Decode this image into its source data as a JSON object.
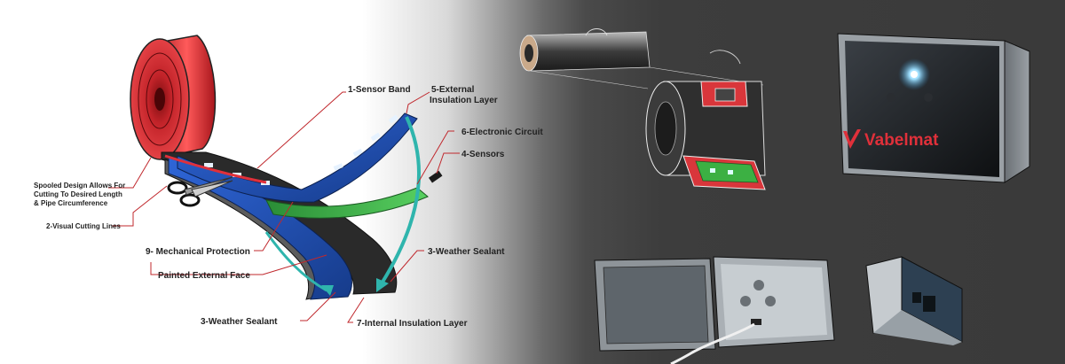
{
  "labels": {
    "sensor_band": "1-Sensor Band",
    "external_insulation_1": "5-External",
    "external_insulation_2": "Insulation Layer",
    "electronic_circuit": "6-Electronic Circuit",
    "sensors": "4-Sensors",
    "spooled_1": "Spooled Design Allows For",
    "spooled_2": "Cutting To Desired Length",
    "spooled_3": "& Pipe Circumference",
    "cutting_lines": "2-Visual Cutting Lines",
    "mechanical_protection": "9- Mechanical Protection",
    "painted_face": "Painted External Face",
    "weather_sealant_right": "3-Weather Sealant",
    "weather_sealant_bottom": "3-Weather Sealant",
    "internal_insulation": "7-Internal Insulation Layer"
  },
  "brand": {
    "name": "Vabelmat"
  },
  "colors": {
    "accent_red": "#d9363b",
    "sensor_blue": "#1f4fb0",
    "circuit_green": "#3cb043",
    "teal_arrow": "#2fb5ad",
    "leader_red": "#c0282d",
    "device_dark": "#1c1c1c"
  },
  "icons": {
    "scissors": "scissors-icon",
    "brand_logo": "vabelmat-logo-icon"
  }
}
